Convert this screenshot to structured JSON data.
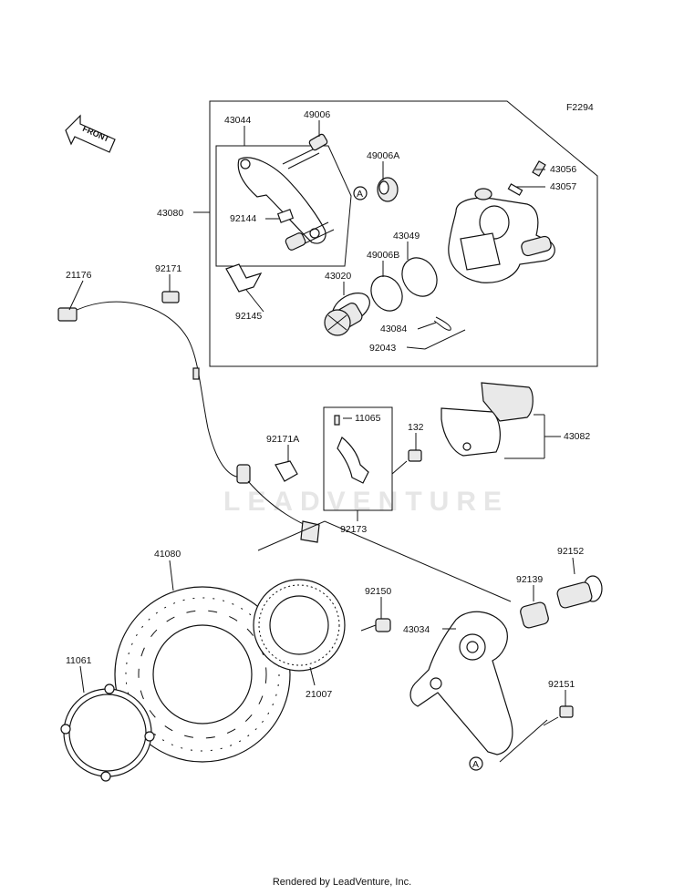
{
  "diagram_code": "F2294",
  "front_label": "FRONT",
  "watermark": "LEADVENTURE",
  "footer": "Rendered by LeadVenture, Inc.",
  "callout_ref": "A",
  "parts": {
    "p43044": "43044",
    "p49006": "49006",
    "p49006A": "49006A",
    "p43056": "43056",
    "p43057": "43057",
    "p43080": "43080",
    "p92144": "92144",
    "p43049": "43049",
    "p49006B": "49006B",
    "p43020": "43020",
    "p92145": "92145",
    "p43084": "43084",
    "p92043": "92043",
    "p21176": "21176",
    "p92171": "92171",
    "p11065": "11065",
    "p132": "132",
    "p92171A": "92171A",
    "p43082": "43082",
    "p92173": "92173",
    "p41080": "41080",
    "p92152": "92152",
    "p92139": "92139",
    "p92150": "92150",
    "p43034": "43034",
    "p11061": "11061",
    "p21007": "21007",
    "p92151": "92151"
  }
}
